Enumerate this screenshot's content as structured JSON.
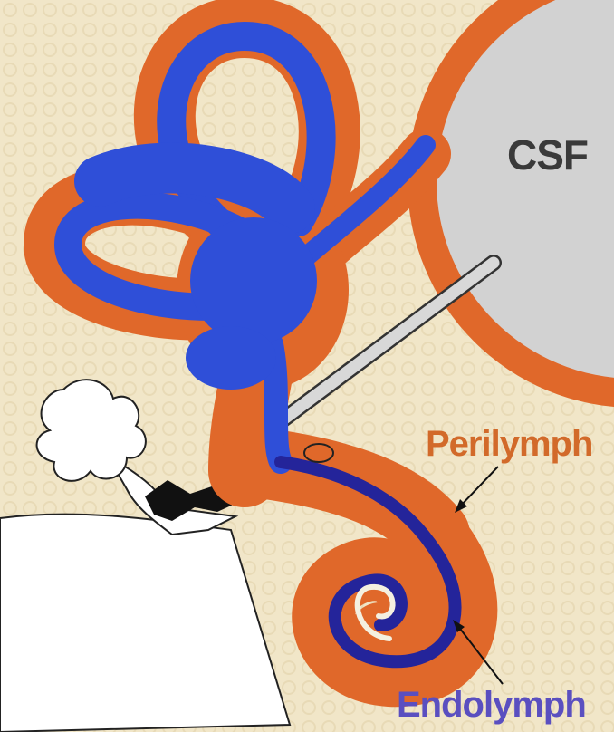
{
  "labels": {
    "csf": "CSF",
    "perilymph": "Perilymph",
    "endolymph": "Endolymph"
  },
  "colors": {
    "background": "#f1e6c8",
    "perilymph": "#e0682a",
    "endolymph": "#2f4fd8",
    "csf": "#d2d2d2",
    "bone_white": "#ffffff"
  }
}
